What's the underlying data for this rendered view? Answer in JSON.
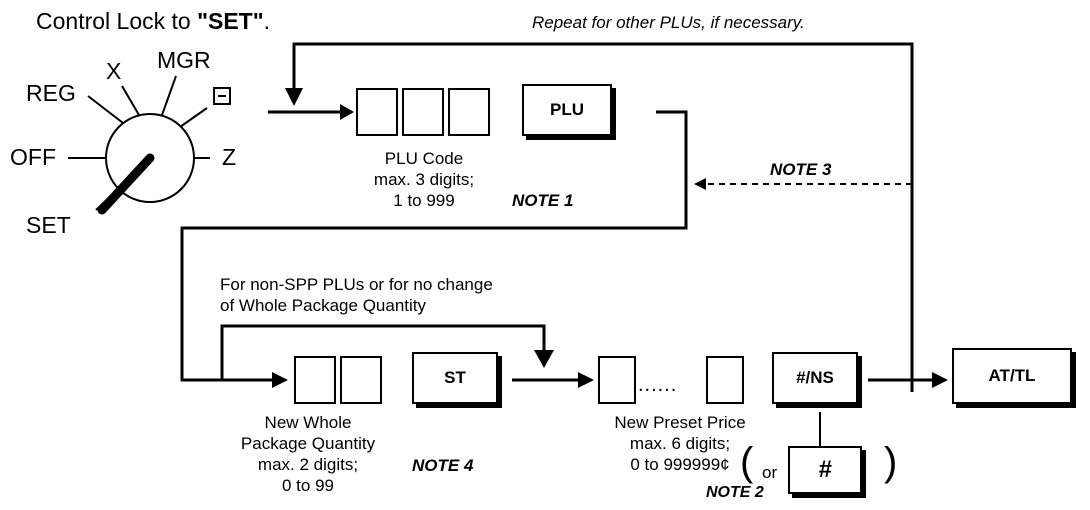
{
  "instruction": {
    "prefix": "Control Lock to ",
    "setting": "\"SET\"",
    "suffix": "."
  },
  "repeat_note": "Repeat for other PLUs, if necessary.",
  "dial": {
    "positions": [
      "REG",
      "X",
      "MGR",
      "⊟",
      "OFF",
      "Z",
      "SET"
    ]
  },
  "keys": {
    "plu": "PLU",
    "st": "ST",
    "ns": "#/NS",
    "attl": "AT/TL",
    "hash": "#"
  },
  "plu_code": {
    "line1": "PLU Code",
    "line2": "max. 3 digits;",
    "line3": "1 to 999"
  },
  "quantity": {
    "line1": "New Whole",
    "line2": "Package Quantity",
    "line3": "max. 2 digits;",
    "line4": "0 to 99"
  },
  "price": {
    "line1": "New Preset Price",
    "line2": "max. 6 digits;",
    "line3": "0 to 999999¢"
  },
  "bypass": {
    "line1": "For non-SPP PLUs or for no change",
    "line2": "of Whole Package Quantity"
  },
  "notes": {
    "n1": "NOTE 1",
    "n2": "NOTE 2",
    "n3": "NOTE 3",
    "n4": "NOTE 4"
  },
  "alt": {
    "open": "(",
    "or": "or",
    "close": ")"
  },
  "ellipsis": "......"
}
